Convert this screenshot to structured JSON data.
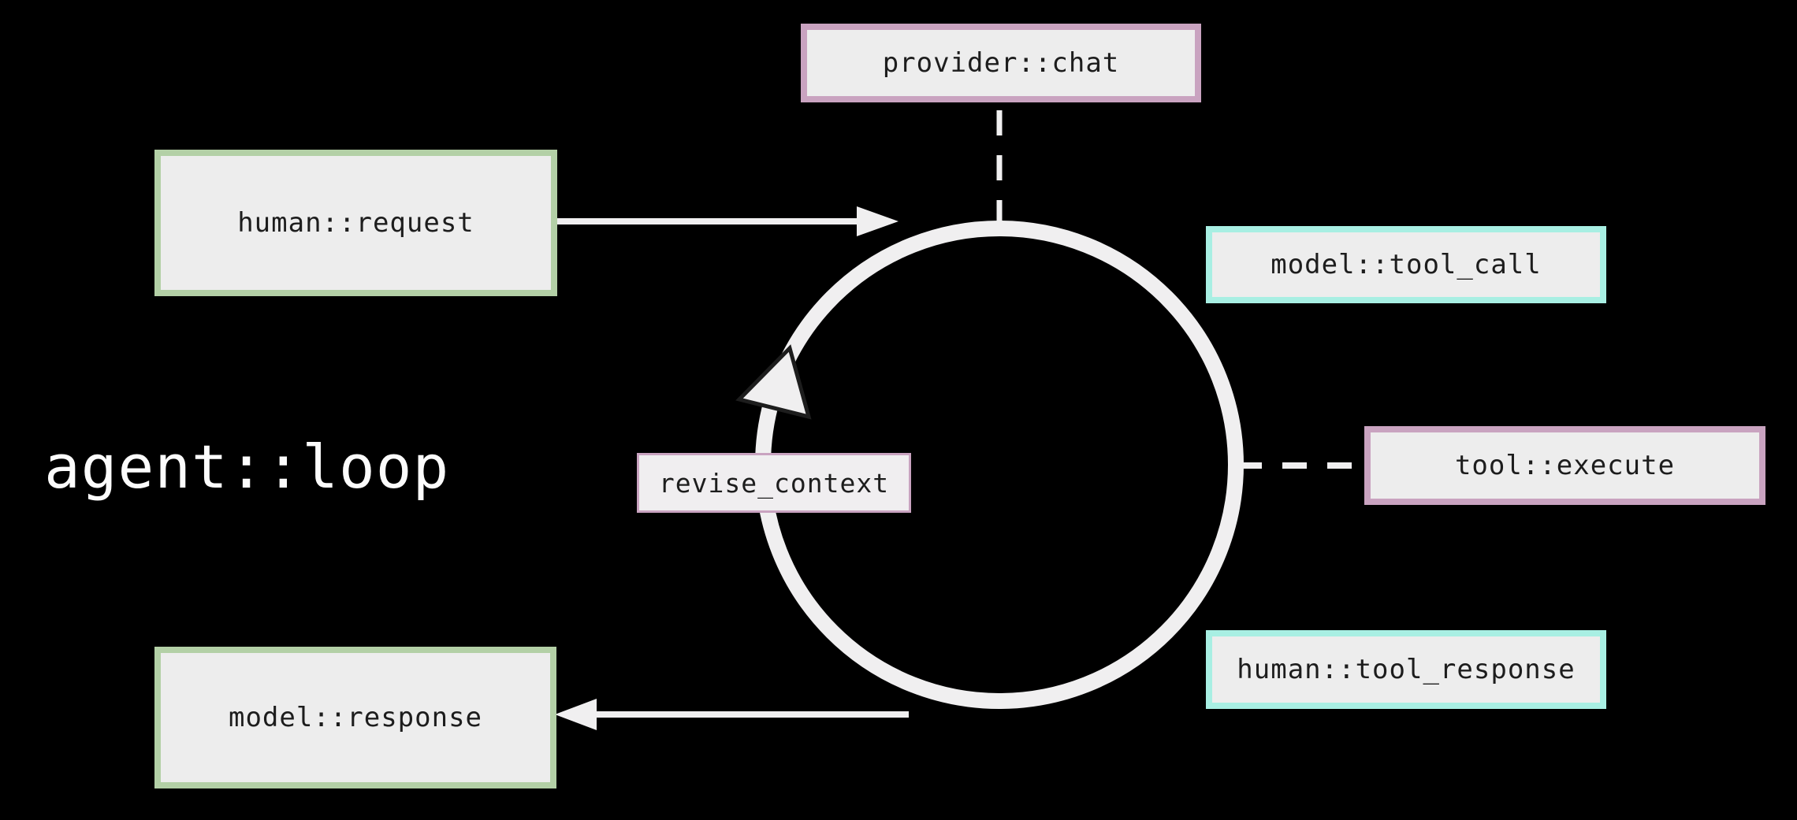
{
  "diagram": {
    "title": "agent::loop",
    "nodes": [
      {
        "id": "provider-chat",
        "label": "provider::chat",
        "accent": "pink"
      },
      {
        "id": "human-request",
        "label": "human::request",
        "accent": "green"
      },
      {
        "id": "model-tool-call",
        "label": "model::tool_call",
        "accent": "cyan"
      },
      {
        "id": "tool-execute",
        "label": "tool::execute",
        "accent": "pink"
      },
      {
        "id": "human-tool-response",
        "label": "human::tool_response",
        "accent": "cyan"
      },
      {
        "id": "model-response",
        "label": "model::response",
        "accent": "green"
      },
      {
        "id": "revise-context",
        "label": "revise_context",
        "accent": "pink"
      }
    ],
    "colors": {
      "background": "#000000",
      "node_fill": "#ededed",
      "line": "#f0eff0",
      "text": "#1d1d1d",
      "title_text": "#fcfcfc",
      "accent_green": "#b3d0a6",
      "accent_cyan": "#a8efe3",
      "accent_pink": "#c9a3c0",
      "arrowhead_outline": "#1d1d1d"
    }
  }
}
